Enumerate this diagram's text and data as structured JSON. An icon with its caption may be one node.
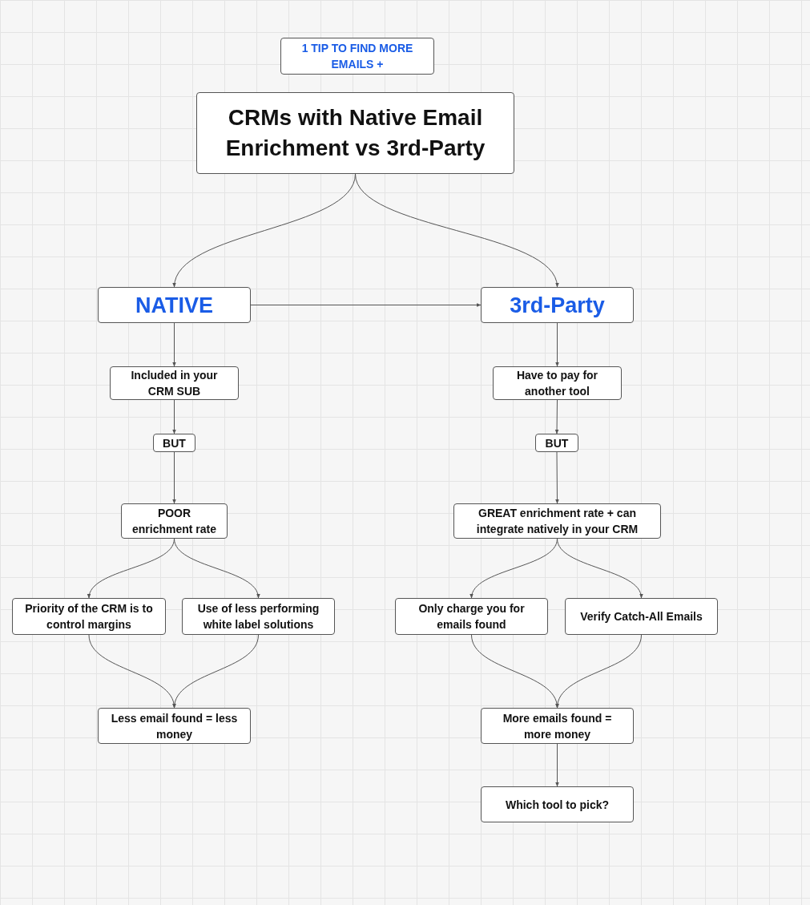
{
  "diagram": {
    "nodes": [
      {
        "text": [
          "1 TIP TO FIND MORE EMAILS +"
        ]
      },
      {
        "text": [
          "CRMs with Native Email Enrichment vs **3rd-Party**"
        ]
      },
      {
        "text": [
          "NATIVE"
        ]
      },
      {
        "text": [
          "3rd-Party"
        ]
      },
      {
        "text": [
          "Included in your CRM SUB"
        ]
      },
      {
        "text": [
          "BUT"
        ]
      },
      {
        "text": [
          "**POOR** enrichment rate"
        ]
      },
      {
        "text": [
          "Priority of the CRM is to control **margins**"
        ]
      },
      {
        "text": [
          "Use of **less** performing white label solutions"
        ]
      },
      {
        "text": [
          "Less email found = less money"
        ]
      },
      {
        "text": [
          "Have to pay for another tool"
        ]
      },
      {
        "text": [
          "BUT"
        ]
      },
      {
        "text": [
          "**GREAT** enrichment rate + can integrate natively in your CRM"
        ]
      },
      {
        "text": [
          "Only charge you for emails **found**"
        ]
      },
      {
        "text": [
          "Verify Catch-All Emails"
        ]
      },
      {
        "text": [
          "More emails found = more money"
        ]
      },
      {
        "text": [
          "Which tool to pick?"
        ]
      }
    ],
    "edges": [
      {
        "from": 1,
        "to": 2,
        "arrow": "to"
      },
      {
        "from": 1,
        "to": 3,
        "arrow": "to"
      },
      {
        "from": 2,
        "to": 3,
        "arrow": "to"
      },
      {
        "from": 2,
        "to": 4,
        "arrow": "to"
      },
      {
        "from": 4,
        "to": 5,
        "arrow": "to"
      },
      {
        "from": 5,
        "to": 6,
        "arrow": "to"
      },
      {
        "from": 6,
        "to": 7,
        "arrow": "to"
      },
      {
        "from": 6,
        "to": 8,
        "arrow": "to"
      },
      {
        "from": 7,
        "to": 9,
        "arrow": "to"
      },
      {
        "from": 8,
        "to": 9,
        "arrow": "to"
      },
      {
        "from": 3,
        "to": 10,
        "arrow": "to"
      },
      {
        "from": 10,
        "to": 11,
        "arrow": "to"
      },
      {
        "from": 11,
        "to": 12,
        "arrow": "to"
      },
      {
        "from": 12,
        "to": 13,
        "arrow": "to"
      },
      {
        "from": 12,
        "to": 14,
        "arrow": "to"
      },
      {
        "from": 13,
        "to": 15,
        "arrow": "to"
      },
      {
        "from": 14,
        "to": 15,
        "arrow": "to"
      },
      {
        "from": 15,
        "to": 16,
        "arrow": "to"
      }
    ]
  }
}
